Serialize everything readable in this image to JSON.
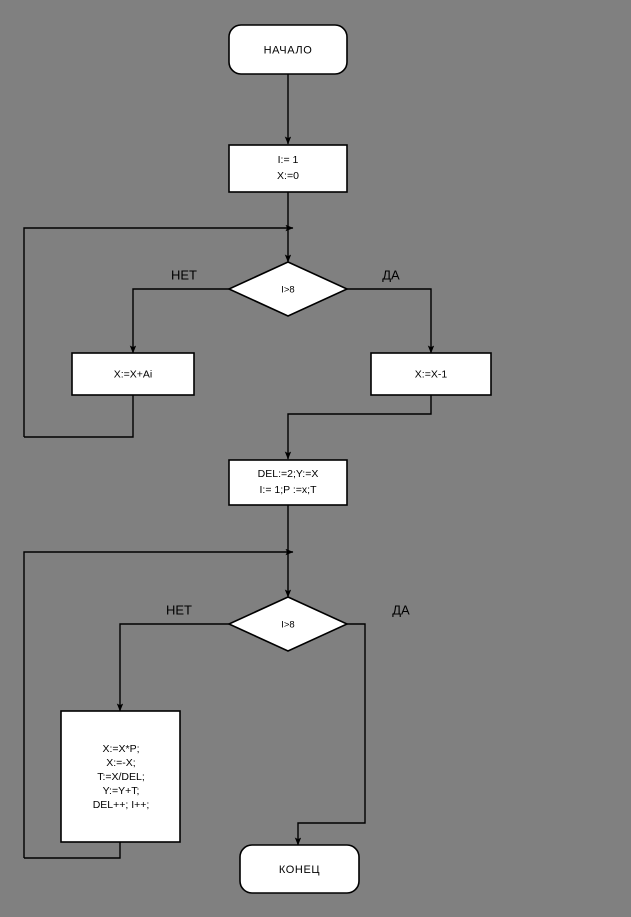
{
  "diagram": {
    "title_present": false,
    "background_color": "#808080",
    "shape_fill_color": "#ffffff",
    "line_color": "#000000",
    "nodes": {
      "start": {
        "type": "terminal",
        "label": "НАЧАЛО"
      },
      "init": {
        "type": "process",
        "line1": "I:= 1",
        "line2": "X:=0"
      },
      "decision1": {
        "type": "decision",
        "label": "I>8"
      },
      "proc_sum": {
        "type": "process",
        "label": "X:=X+Ai"
      },
      "proc_dec": {
        "type": "process",
        "label": "X:=X-1"
      },
      "init2": {
        "type": "process",
        "line1": "DEL:=2;Y:=X",
        "line2": "I:= 1;P :=x;T"
      },
      "decision2": {
        "type": "decision",
        "label": "I>8"
      },
      "proc_loop": {
        "type": "process",
        "lines": [
          "X:=X*P;",
          "X:=-X;",
          "T:=X/DEL;",
          "Y:=Y+T;",
          "DEL++; I++;"
        ]
      },
      "end": {
        "type": "terminal",
        "label": "КОНЕЦ"
      }
    },
    "branch_labels": {
      "d1_no": "НЕТ",
      "d1_yes": "ДА",
      "d2_no": "НЕТ",
      "d2_yes": "ДА"
    }
  }
}
